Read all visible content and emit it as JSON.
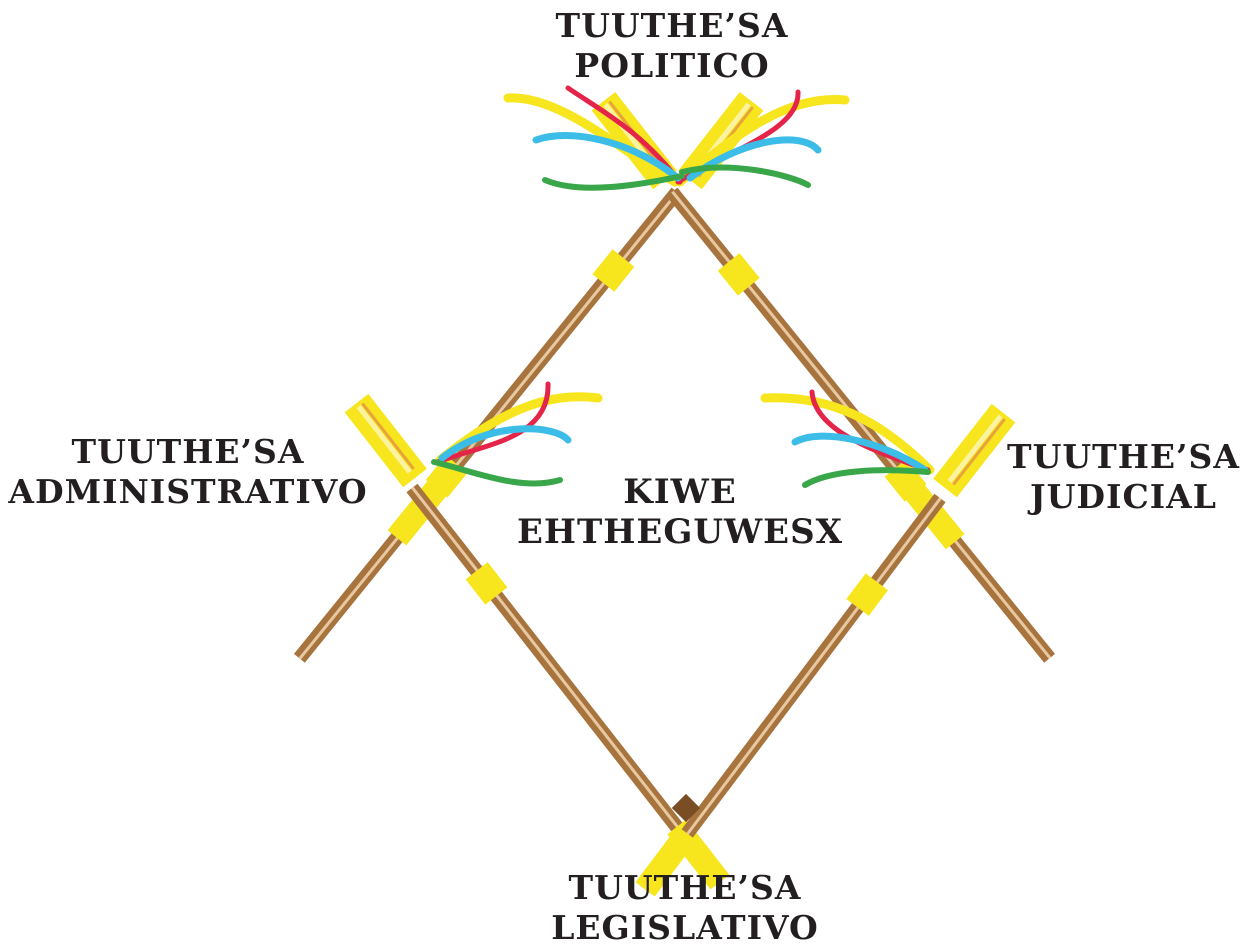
{
  "labels": {
    "top": {
      "line1": "TUUTHE’SA",
      "line2": "POLITICO"
    },
    "left": {
      "line1": "TUUTHE’SA",
      "line2": "ADMINISTRATIVO"
    },
    "right": {
      "line1": "TUUTHE’SA",
      "line2": "JUDICIAL"
    },
    "bottom": {
      "line1": "TUUTHE’SA",
      "line2": "LEGISLATIVO"
    },
    "center": {
      "line1": "KIWE",
      "line2": "EHTHEGUWESX"
    }
  },
  "colors": {
    "staff": "#a8743e",
    "staff_highlight": "#e8c8a0",
    "band": "#f7e61e",
    "ribbon_red": "#e5244a",
    "ribbon_blue": "#3bbde8",
    "ribbon_green": "#3aa64a",
    "ribbon_yellow": "#f7e61e",
    "text": "#231f20"
  }
}
